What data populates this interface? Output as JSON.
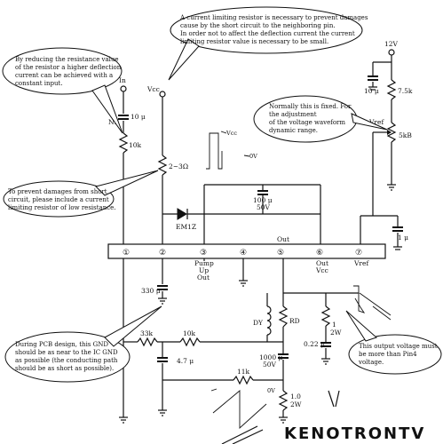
{
  "callouts": {
    "top_right": [
      "A current limiting resistor is necessary to prevent damages",
      "cause by the short circuit to the neighboring pin.",
      "In order not to affect the deflection current the current",
      "limiting resistor value is necessary to be small."
    ],
    "top_left": [
      "By reducing the resistance value",
      "of the resistor a higher deflection",
      "current can be achieved with a",
      "constant input."
    ],
    "left_mid": [
      "To prevent damages from short",
      "circuit, please include a current",
      "limiting resistor of low resistance."
    ],
    "right_mid": [
      "Normally this is fixed. For",
      "the adjustment",
      "of the voltage waveform",
      "dynamic  range."
    ],
    "bottom_left": [
      "During PCB design, this GND",
      "should be as near to the IC GND",
      "as possible (the conducting path",
      "should be as short as possible)."
    ],
    "bottom_right": [
      "This output voltage must",
      "be more than Pin4",
      "voltage."
    ]
  },
  "labels": {
    "in": "In",
    "vcc": "Vcc",
    "np": "NP",
    "cap10": "10 μ",
    "r10k": "10k",
    "r2_3": "2~3Ω",
    "cap100": "100 μ",
    "v50": "50V",
    "em1z": "EM1Z",
    "out": "Out",
    "v12": "12V",
    "cap10b": "10 μ",
    "r7_5k": "7.5k",
    "vref": "Vref",
    "r5k": "5kB",
    "cap1u": "1 μ",
    "cap330": "330 μ",
    "r33k": "33k",
    "r10k_b": "10k",
    "cap4_7": "4.7 μ",
    "r11k": "11k",
    "dy": "DY",
    "rd": "RD",
    "cap1000": "1000 μ",
    "v50b": "50V",
    "r1_1": "1",
    "w2_1": "2W",
    "cap0_22": "0.22 μ",
    "r1_0": "1.0",
    "w2_2": "2W",
    "vcc_wave": "Vcc",
    "zero_v": "0V",
    "zero_v2": "0V"
  },
  "pins": {
    "p1": "①",
    "p2": "②",
    "p3": "③",
    "p4": "④",
    "p5": "⑤",
    "p6": "⑥",
    "p7": "⑦",
    "pump": "Pump",
    "up": "Up",
    "out3": "Out",
    "out6": "Out",
    "vcc6": "Vcc",
    "vref7": "Vref"
  },
  "brand": "KENOTRONTV"
}
